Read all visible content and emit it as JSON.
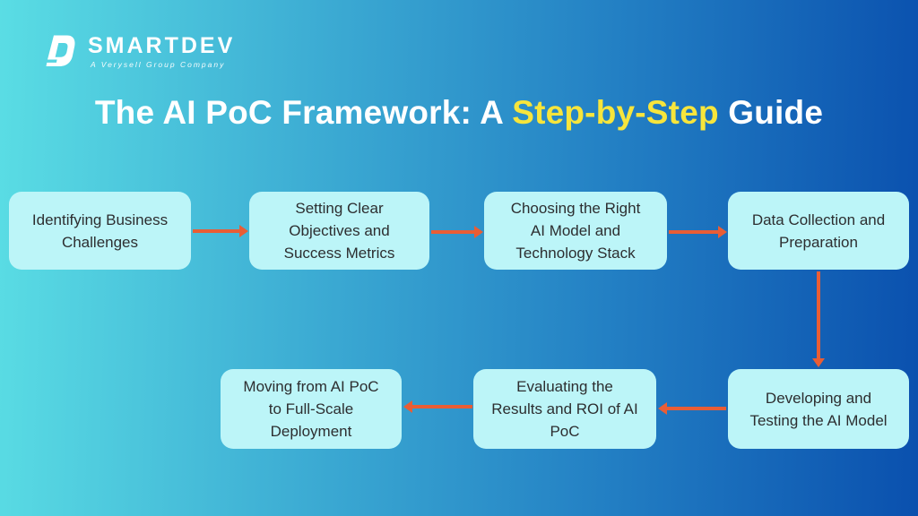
{
  "header": {
    "brand": "SMARTDEV",
    "tagline": "A Verysell Group Company",
    "logo_icon": "smartdev-d-icon"
  },
  "title": {
    "prefix": "The AI PoC Framework: A ",
    "highlight": "Step-by-Step",
    "suffix": " Guide"
  },
  "colors": {
    "bg_left": "#5adde4",
    "bg_mid1": "#3aa8d2",
    "bg_mid2": "#2380c4",
    "bg_right": "#0a50ae",
    "box_fill": "#bcf5f8",
    "box_text": "#2d2e30",
    "arrow": "#e95d35",
    "title_text": "#ffffff",
    "title_highlight": "#f7e53c",
    "logo_text": "#ffffff"
  },
  "flowchart": {
    "steps": [
      {
        "id": 1,
        "label": "Identifying Business\nChallenges"
      },
      {
        "id": 2,
        "label": "Setting Clear\nObjectives and\nSuccess Metrics"
      },
      {
        "id": 3,
        "label": "Choosing the Right\nAI Model and\nTechnology Stack"
      },
      {
        "id": 4,
        "label": "Data Collection and\nPreparation"
      },
      {
        "id": 5,
        "label": "Developing and\nTesting the AI Model"
      },
      {
        "id": 6,
        "label": "Evaluating the\nResults and ROI of AI\nPoC"
      },
      {
        "id": 7,
        "label": "Moving from AI PoC\nto Full-Scale\nDeployment"
      }
    ],
    "connections": [
      {
        "from": 1,
        "to": 2,
        "direction": "right"
      },
      {
        "from": 2,
        "to": 3,
        "direction": "right"
      },
      {
        "from": 3,
        "to": 4,
        "direction": "right"
      },
      {
        "from": 4,
        "to": 5,
        "direction": "down"
      },
      {
        "from": 5,
        "to": 6,
        "direction": "left"
      },
      {
        "from": 6,
        "to": 7,
        "direction": "left"
      }
    ]
  }
}
